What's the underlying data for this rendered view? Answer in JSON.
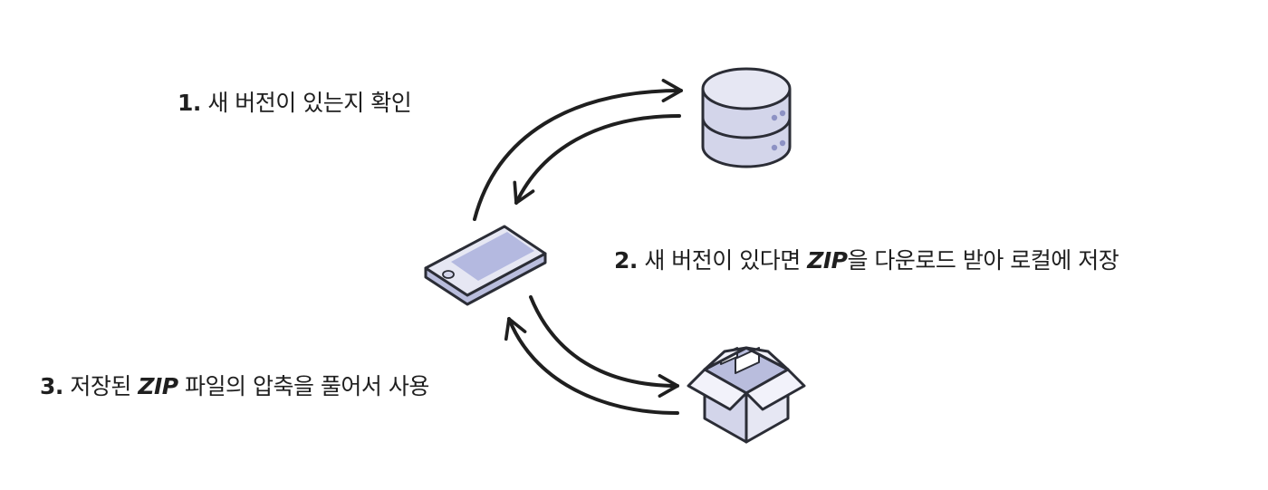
{
  "steps": [
    {
      "number": "1.",
      "before": " 새 버전이 있는지 확인",
      "zip": "",
      "after": ""
    },
    {
      "number": "2.",
      "before": " 새 버전이 있다면 ",
      "zip": "ZIP",
      "after": "을 다운로드 받아 로컬에 저장"
    },
    {
      "number": "3.",
      "before": " 저장된 ",
      "zip": "ZIP",
      "after": " 파일의 압축을 풀어서 사용"
    }
  ],
  "icons": {
    "phone": "smartphone-icon",
    "server": "database-server-icon",
    "package": "open-box-icon"
  },
  "colors": {
    "stroke": "#2b2d36",
    "fill_light": "#e6e7f3",
    "fill_mid": "#d3d5ea",
    "fill_dark": "#b9bddd",
    "screen": "#b4b9e0",
    "text": "#1f1f1f"
  }
}
